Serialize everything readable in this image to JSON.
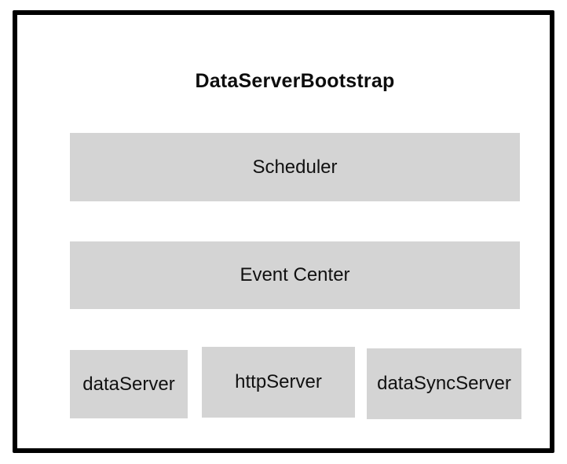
{
  "diagram": {
    "title": "DataServerBootstrap",
    "layers": [
      {
        "id": "scheduler",
        "label": "Scheduler"
      },
      {
        "id": "event-center",
        "label": "Event Center"
      }
    ],
    "servers": [
      {
        "id": "data-server",
        "label": "dataServer"
      },
      {
        "id": "http-server",
        "label": "httpServer"
      },
      {
        "id": "data-sync-server",
        "label": "dataSyncServer"
      }
    ],
    "colors": {
      "box_fill": "#d4d4d4",
      "frame_border": "#000000",
      "text": "#111111",
      "background": "#ffffff"
    }
  }
}
